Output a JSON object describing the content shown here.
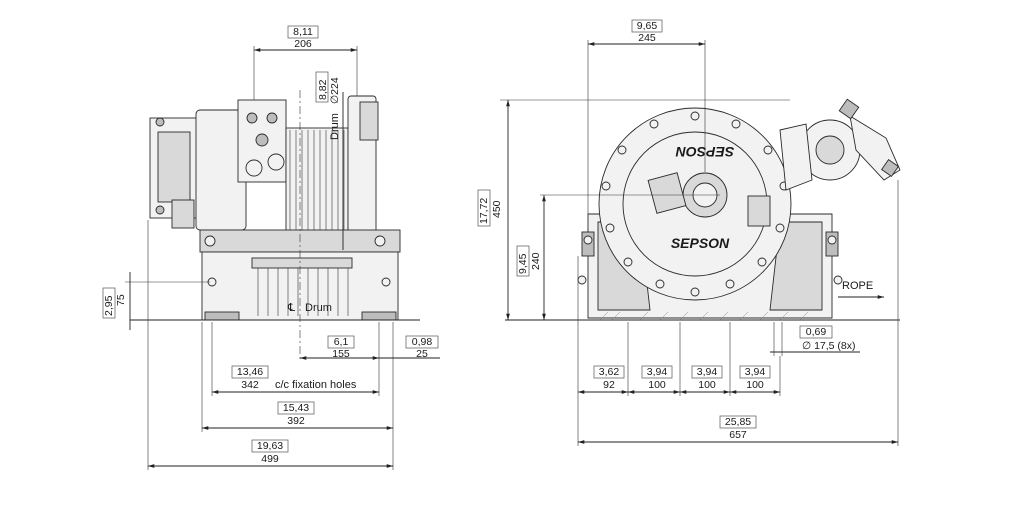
{
  "side_view": {
    "top_inch": "8,11",
    "top_mm": "206",
    "drum_dia_inch": "8,82",
    "drum_dia_mm": "∅224",
    "drum_label": "Drum",
    "height_inch": "2,95",
    "height_mm": "75",
    "cl_drum_label": "Drum",
    "cl_symbol": "℄",
    "d155_inch": "6,1",
    "d155_mm": "155",
    "d25_inch": "0,98",
    "d25_mm": "25",
    "d342_inch": "13,46",
    "d342_mm": "342",
    "fixation_label": "c/c fixation holes",
    "d392_inch": "15,43",
    "d392_mm": "392",
    "d499_inch": "19,63",
    "d499_mm": "499"
  },
  "front_view": {
    "top_inch": "9,65",
    "top_mm": "245",
    "height_inch": "17,72",
    "height_mm": "450",
    "axis_inch": "9,45",
    "axis_mm": "240",
    "rope_label": "ROPE",
    "hole_inch": "0,69",
    "hole_mm": "∅ 17,5 (8x)",
    "d92_inch": "3,62",
    "d92_mm": "92",
    "d100a_inch": "3,94",
    "d100a_mm": "100",
    "d100b_inch": "3,94",
    "d100b_mm": "100",
    "d100c_inch": "3,94",
    "d100c_mm": "100",
    "width_inch": "25,85",
    "width_mm": "657",
    "brand_top": "SEPSON",
    "brand_bottom": "SEPSON"
  }
}
